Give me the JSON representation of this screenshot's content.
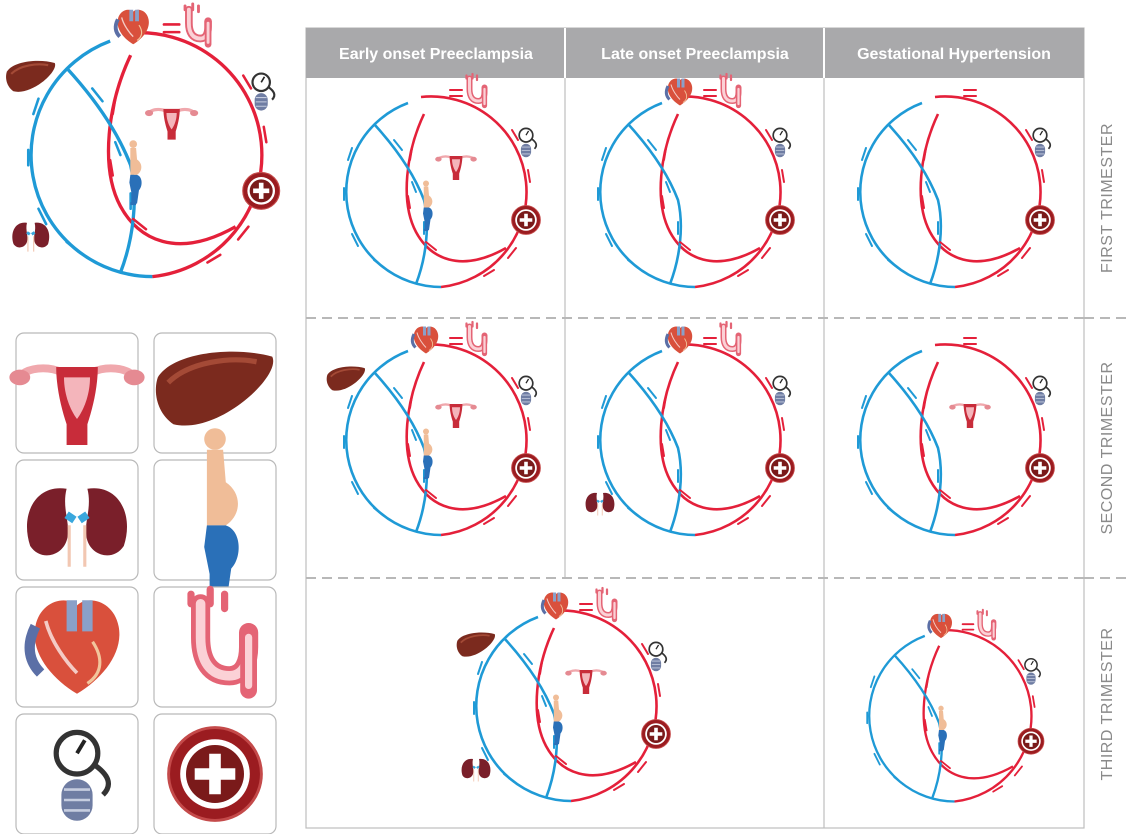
{
  "table": {
    "headers": [
      "Early onset Preeclampsia",
      "Late onset Preeclampsia",
      "Gestational Hypertension"
    ],
    "rows": [
      "FIRST TRIMESTER",
      "SECOND TRIMESTER",
      "THIRD TRIMESTER"
    ]
  },
  "colors": {
    "blue": "#1f9ad6",
    "red": "#e4203a",
    "header_bg": "#a9a9ab",
    "divider": "#b8b8b8",
    "tile_border": "#b9b9b9"
  },
  "legend_tiles": [
    "uterus",
    "liver",
    "kidneys",
    "pregnant-woman",
    "heart",
    "aorta",
    "blood-pressure-gauge",
    "blood-vessel-cross-section"
  ],
  "diagrams": {
    "reference": [
      "heart",
      "aorta",
      "liver",
      "uterus",
      "bp",
      "kidneys",
      "pregnant",
      "vessel"
    ],
    "early_first": [
      "aorta",
      "uterus",
      "bp",
      "pregnant",
      "vessel"
    ],
    "late_first": [
      "heart",
      "aorta",
      "bp",
      "vessel"
    ],
    "gest_first": [
      "bp",
      "vessel"
    ],
    "early_second": [
      "heart",
      "aorta",
      "liver",
      "uterus",
      "bp",
      "pregnant",
      "vessel"
    ],
    "late_second": [
      "heart",
      "aorta",
      "bp",
      "kidneys",
      "vessel"
    ],
    "gest_second": [
      "uterus",
      "bp",
      "vessel"
    ],
    "late_third": [
      "heart",
      "aorta",
      "liver",
      "uterus",
      "bp",
      "kidneys",
      "pregnant",
      "vessel"
    ],
    "gest_third": [
      "heart",
      "aorta",
      "bp",
      "pregnant",
      "vessel"
    ]
  }
}
